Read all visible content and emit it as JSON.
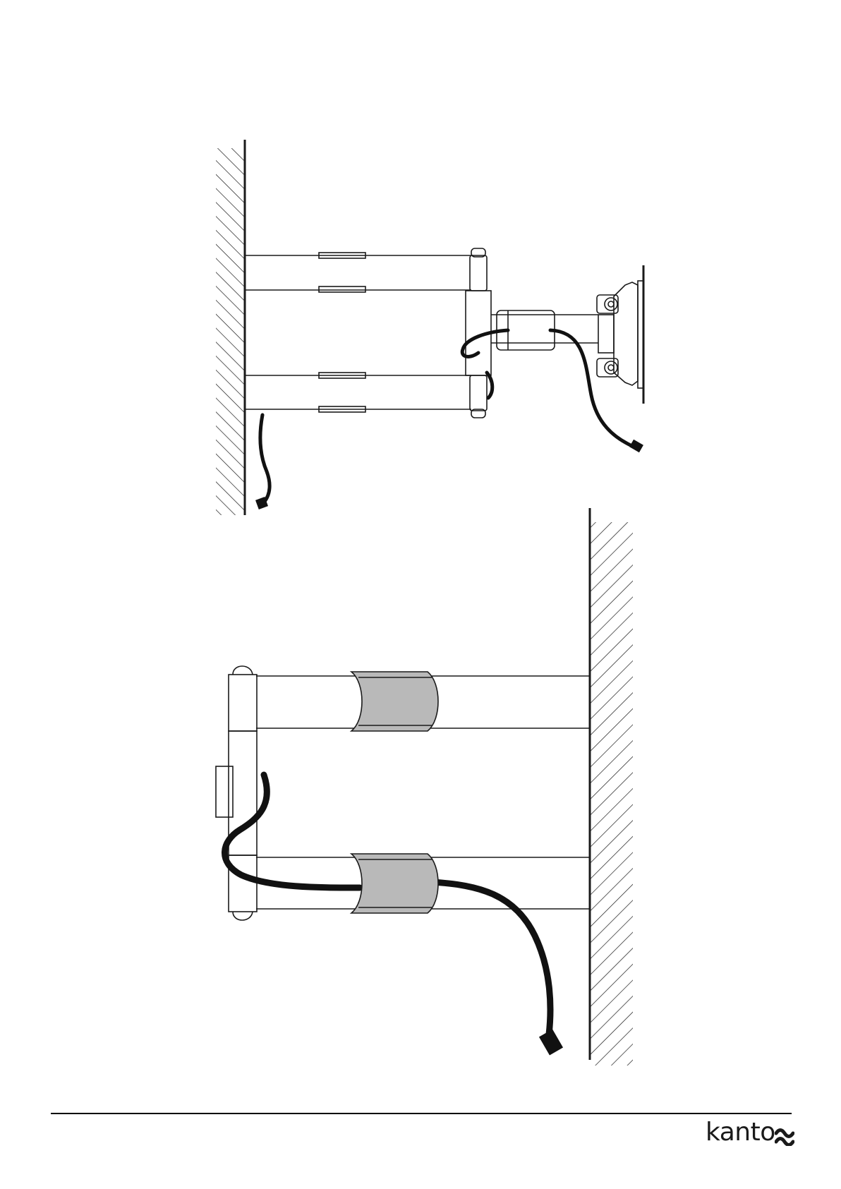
{
  "document": {
    "brand_name": "kanto",
    "brand_icon": "kanto-wave-logo-icon"
  },
  "diagrams": [
    {
      "id": "top",
      "description_icon": "wall-mount-arm-with-cable-icon"
    },
    {
      "id": "bottom",
      "description_icon": "cable-clip-detail-icon"
    }
  ],
  "colors": {
    "line": "#1a1a1a",
    "clip_fill": "#b9b9b9",
    "cable": "#111111"
  }
}
